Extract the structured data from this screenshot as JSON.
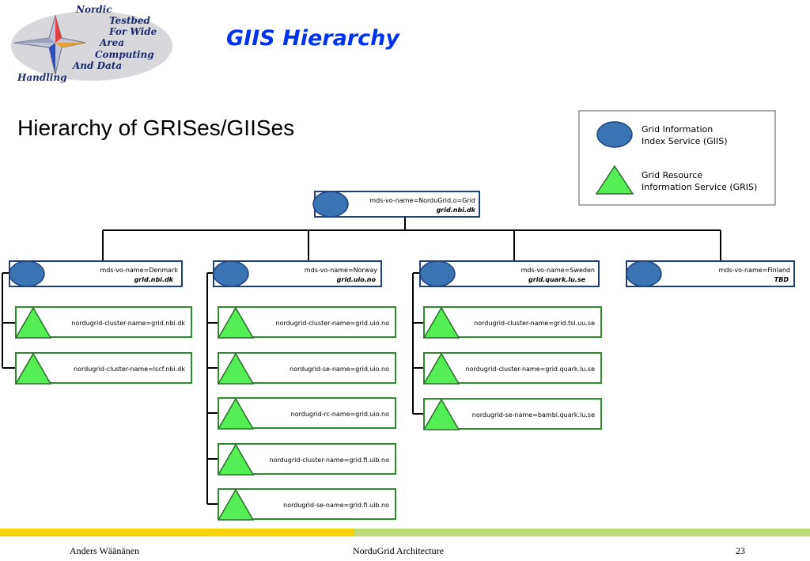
{
  "header": {
    "logo_lines": [
      "Nordic",
      "Testbed",
      "For Wide",
      "Area",
      "Computing",
      "And Data",
      "Handling"
    ],
    "title": "GIIS Hierarchy"
  },
  "subtitle": "Hierarchy of GRISes/GIISes",
  "legend": {
    "giis_line1": "Grid Information",
    "giis_line2": "Index Service (GIIS)",
    "gris_line1": "Grid Resource",
    "gris_line2": "Information Service (GRIS)"
  },
  "root": {
    "line1": "mds-vo-name=NorduGrid,o=Grid",
    "line2": "grid.nbi.dk"
  },
  "giis_nodes": [
    {
      "line1": "mds-vo-name=Denmark",
      "line2": "grid.nbi.dk"
    },
    {
      "line1": "mds-vo-name=Norway",
      "line2": "grid.uio.no"
    },
    {
      "line1": "mds-vo-name=Sweden",
      "line2": "grid.quark.lu.se"
    },
    {
      "line1": "mds-vo-name=Finland",
      "line2": "TBD"
    }
  ],
  "gris_nodes": {
    "denmark": [
      "nordugrid-cluster-name=grid.nbi.dk",
      "nordugrid-cluster-name=lscf.nbi.dk"
    ],
    "norway": [
      "nordugrid-cluster-name=grid.uio.no",
      "nordugrid-se-name=grid.uio.no",
      "nordugrid-rc-name=grid.uio.no",
      "nordugrid-cluster-name=grid.fi.uib.no",
      "nordugrid-se-name=grid.fi.uib.no"
    ],
    "sweden": [
      "nordugrid-cluster-name=grid.tsl.uu.se",
      "nordugrid-cluster-name=grid.quark.lu.se",
      "nordugrid-se-name=bambi.quark.lu.se"
    ]
  },
  "footer": {
    "author": "Anders Wäänänen",
    "center": "NorduGrid Architecture",
    "page": "23"
  },
  "colors": {
    "title": "#0033ee",
    "giis_fill": "#3a74b3",
    "gris_fill": "#55ee55",
    "footer_left": "#f6d200",
    "footer_right": "#bfdc7a"
  }
}
